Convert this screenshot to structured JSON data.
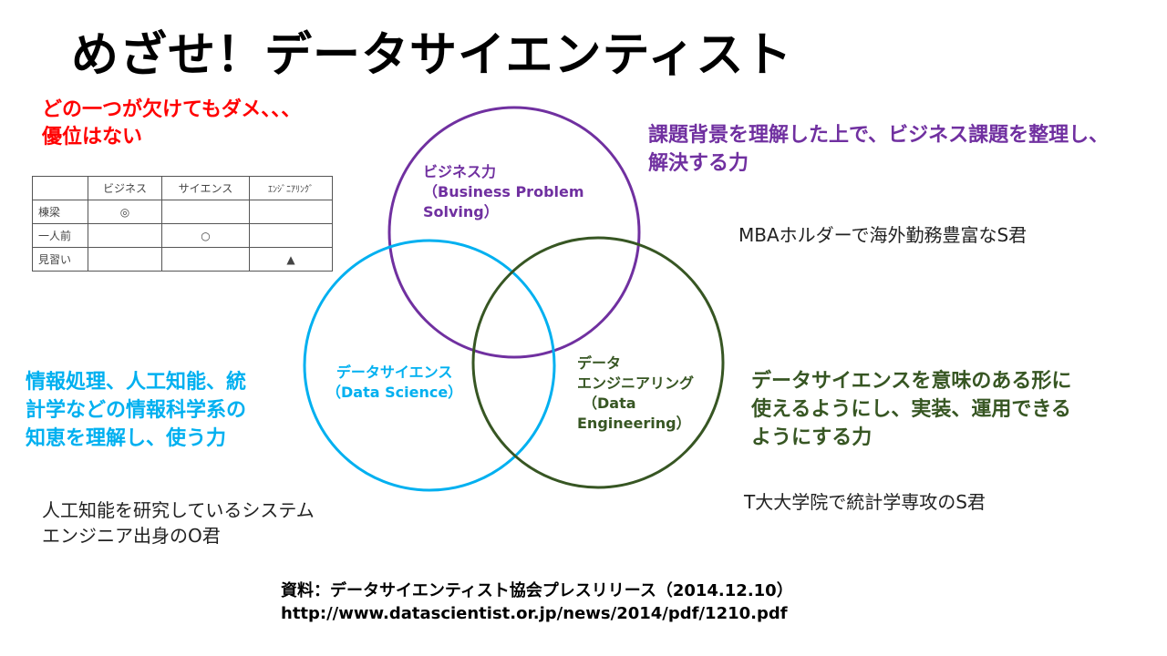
{
  "title": "めざせ！データサイエンティスト",
  "warning": [
    "どの一つが欠けてもダメ、、、",
    "優位はない"
  ],
  "table": {
    "headers": [
      "",
      "ビジネス",
      "サイエンス",
      "ｴﾝｼﾞﾆｱﾘﾝｸﾞ"
    ],
    "rows": [
      [
        "棟梁",
        "◎",
        "",
        ""
      ],
      [
        "一人前",
        "",
        "○",
        ""
      ],
      [
        "見習い",
        "",
        "",
        "▲"
      ]
    ]
  },
  "circles": {
    "business": {
      "label": [
        "ビジネス力",
        "（Business Problem",
        "Solving）"
      ],
      "color": "#7030A0"
    },
    "science": {
      "label": [
        "データサイエンス",
        "（Data Science）"
      ],
      "color": "#00B0F0"
    },
    "engineering": {
      "label": [
        "データ",
        "エンジニアリング",
        "（Data",
        "Engineering）"
      ],
      "color": "#375623"
    }
  },
  "descriptions": {
    "business": [
      "課題背景を理解した上で、ビジネス課題を整理し、",
      "解決する力"
    ],
    "science": [
      "情報処理、人工知能、統",
      "計学などの情報科学系の",
      "知恵を理解し、使う力"
    ],
    "engineering": [
      "データサイエンスを意味のある形に",
      "使えるようにし、実装、運用できる",
      "ようにする力"
    ]
  },
  "people": {
    "business": "MBAホルダーで海外勤務豊富なS君",
    "science": [
      "人工知能を研究しているシステム",
      "エンジニア出身のO君"
    ],
    "engineering": "T大大学院で統計学専攻のS君"
  },
  "source": [
    "資料：データサイエンティスト協会プレスリリース（2014.12.10）",
    "http://www.datascientist.or.jp/news/2014/pdf/1210.pdf"
  ]
}
